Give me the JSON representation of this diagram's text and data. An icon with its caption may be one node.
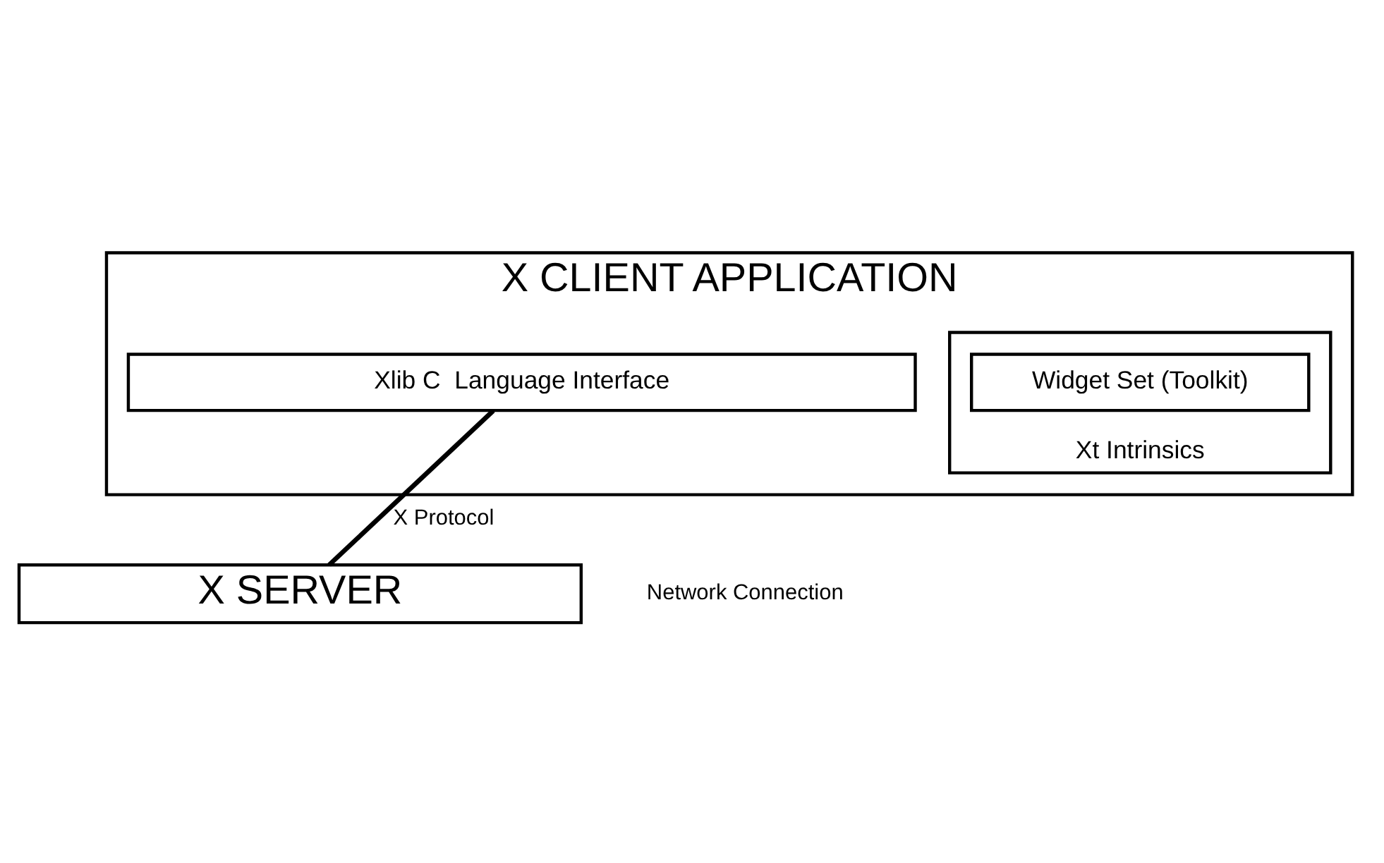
{
  "diagram": {
    "nodes": [
      {
        "text": [
          "X CLIENT APPLICATION"
        ]
      },
      {
        "text": [
          "Xt Intrinsics"
        ],
        "in": 0
      },
      {
        "text": [
          "Widget Set (Toolkit)"
        ],
        "in": 1
      },
      {
        "text": [
          "Xlib C  Language Interface"
        ],
        "in": 0
      },
      {
        "text": [
          "X SERVER"
        ]
      }
    ],
    "edges": [
      {
        "from": 3,
        "to": 4,
        "arrow": "none",
        "label": "X Protocol"
      }
    ],
    "labels": [
      "Network Connection"
    ]
  }
}
